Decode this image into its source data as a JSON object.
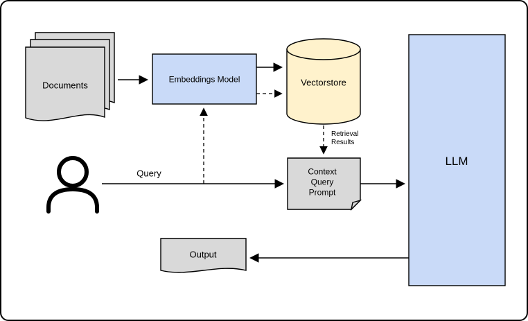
{
  "diagram": {
    "colors": {
      "blue": "#c9daf8",
      "cream": "#fff2cc",
      "gray": "#d9d9d9",
      "line": "#000000",
      "background": "#ffffff"
    },
    "icons": {
      "user": "person-icon"
    },
    "nodes": {
      "documents": {
        "label": "Documents"
      },
      "embeddings_model": {
        "label": "Embeddings Model"
      },
      "vectorstore": {
        "label": "Vectorstore"
      },
      "context_prompt": {
        "lines": [
          "Context",
          "Query",
          "Prompt"
        ]
      },
      "llm": {
        "label": "LLM"
      },
      "output": {
        "label": "Output"
      }
    },
    "labels": {
      "query": "Query",
      "retrieval_results": [
        "Retrieval",
        "Results"
      ]
    }
  }
}
